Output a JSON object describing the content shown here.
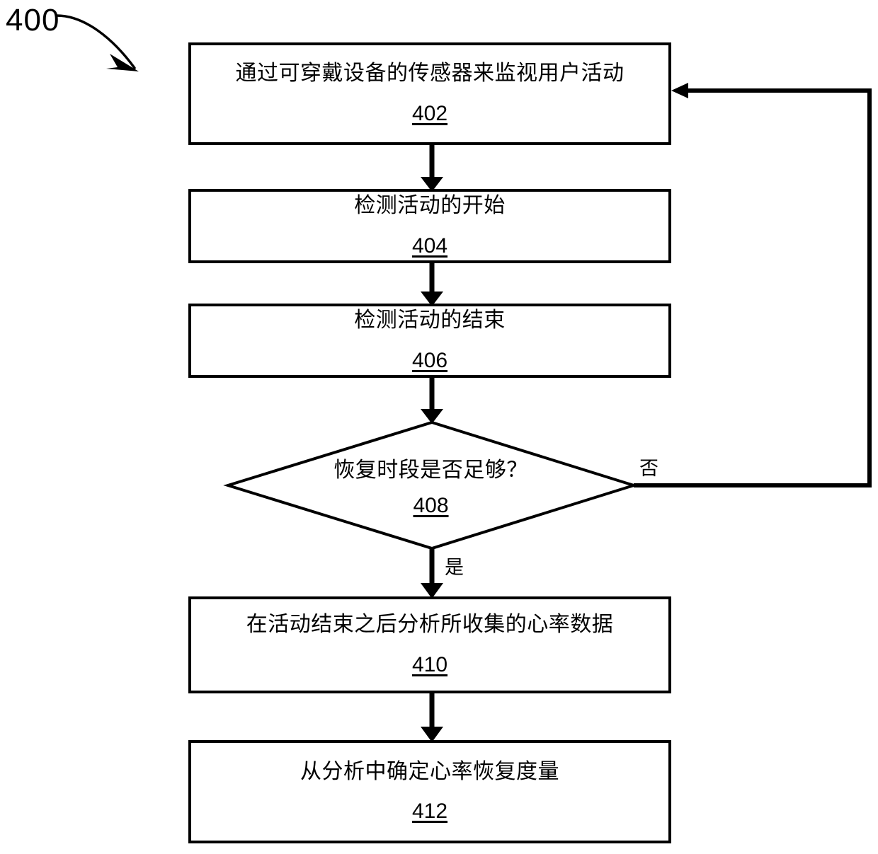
{
  "figure": {
    "number": "400",
    "type": "flowchart"
  },
  "nodes": [
    {
      "id": "step-402",
      "shape": "process",
      "label": "通过可穿戴设备的传感器来监视用户活动",
      "ref": "402"
    },
    {
      "id": "step-404",
      "shape": "process",
      "label": "检测活动的开始",
      "ref": "404"
    },
    {
      "id": "step-406",
      "shape": "process",
      "label": "检测活动的结束",
      "ref": "406"
    },
    {
      "id": "decision-408",
      "shape": "decision",
      "label": "恢复时段是否足够？",
      "ref": "408"
    },
    {
      "id": "step-410",
      "shape": "process",
      "label": "在活动结束之后分析所收集的心率数据",
      "ref": "410"
    },
    {
      "id": "step-412",
      "shape": "process",
      "label": "从分析中确定心率恢复度量",
      "ref": "412"
    }
  ],
  "edge_labels": {
    "no_branch": "否",
    "yes_branch": "是"
  },
  "colors": {
    "stroke": "#000000",
    "background": "#ffffff",
    "text": "#000000"
  }
}
